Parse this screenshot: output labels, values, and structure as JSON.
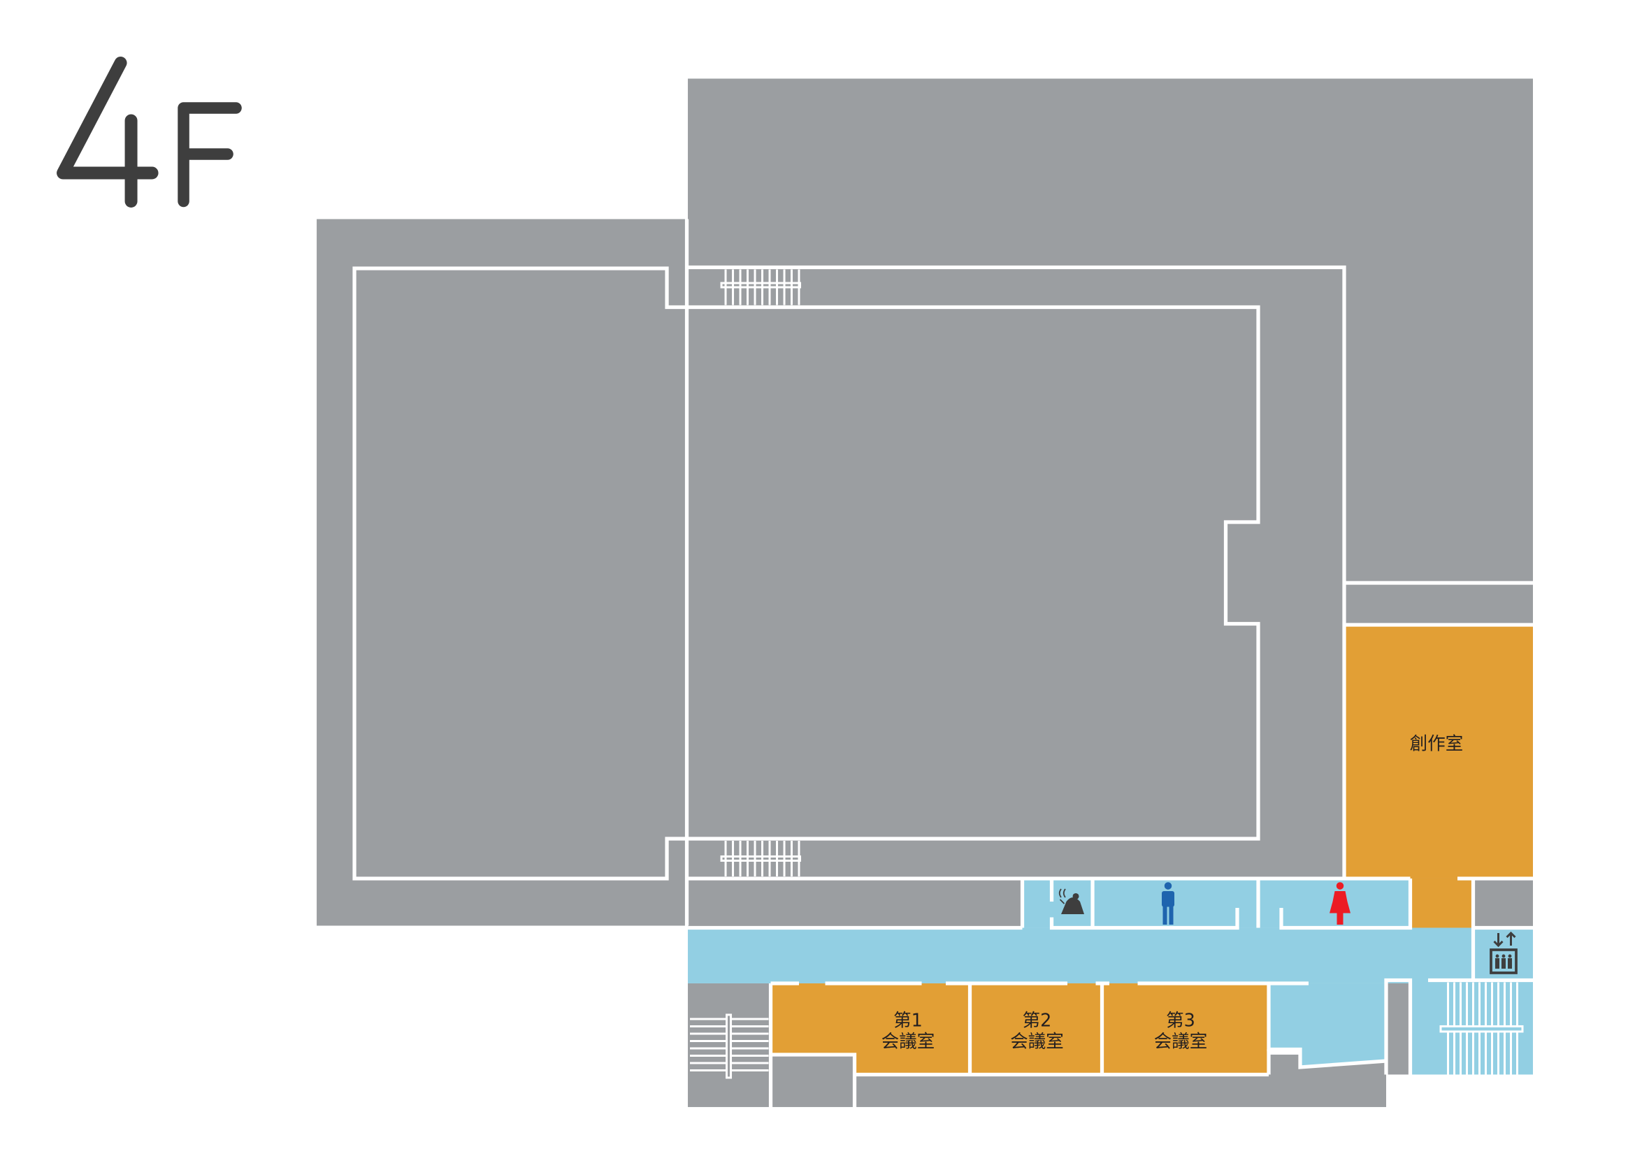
{
  "floor": {
    "number": "4",
    "suffix": "F"
  },
  "rooms": {
    "studio": "創作室",
    "meeting1": {
      "line1": "第1",
      "line2": "会議室"
    },
    "meeting2": {
      "line1": "第2",
      "line2": "会議室"
    },
    "meeting3": {
      "line1": "第3",
      "line2": "会議室"
    }
  },
  "icons": [
    "kettle-icon",
    "male-toilet-icon",
    "female-toilet-icon",
    "elevator-icon",
    "stairs-icon"
  ],
  "colors": {
    "gray": "#9b9ea1",
    "orange": "#e29f35",
    "blue": "#92cfe3",
    "male": "#1e64ae",
    "female": "#ec1c24",
    "dark": "#3e3e3e"
  }
}
